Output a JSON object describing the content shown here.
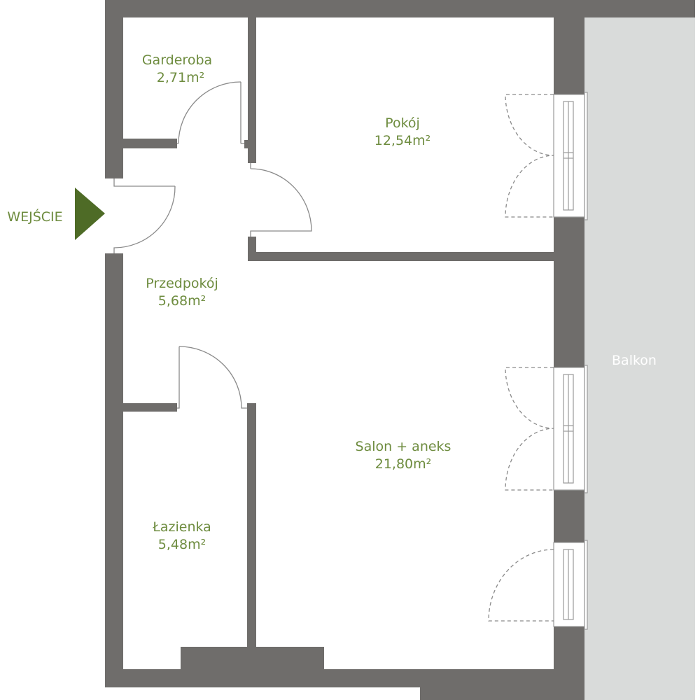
{
  "entrance": {
    "label": "WEJŚCIE"
  },
  "rooms": [
    {
      "name": "Garderoba",
      "area": "2,71m²"
    },
    {
      "name": "Pokój",
      "area": "12,54m²"
    },
    {
      "name": "Przedpokój",
      "area": "5,68m²"
    },
    {
      "name": "Salon + aneks",
      "area": "21,80m²"
    },
    {
      "name": "Łazienka",
      "area": "5,48m²"
    }
  ],
  "balcony": {
    "label": "Balkon"
  },
  "colors": {
    "wall": "#6f6d6b",
    "balcony": "#d9dbda",
    "label": "#6e8c3f",
    "arrow": "#4e6b26"
  }
}
